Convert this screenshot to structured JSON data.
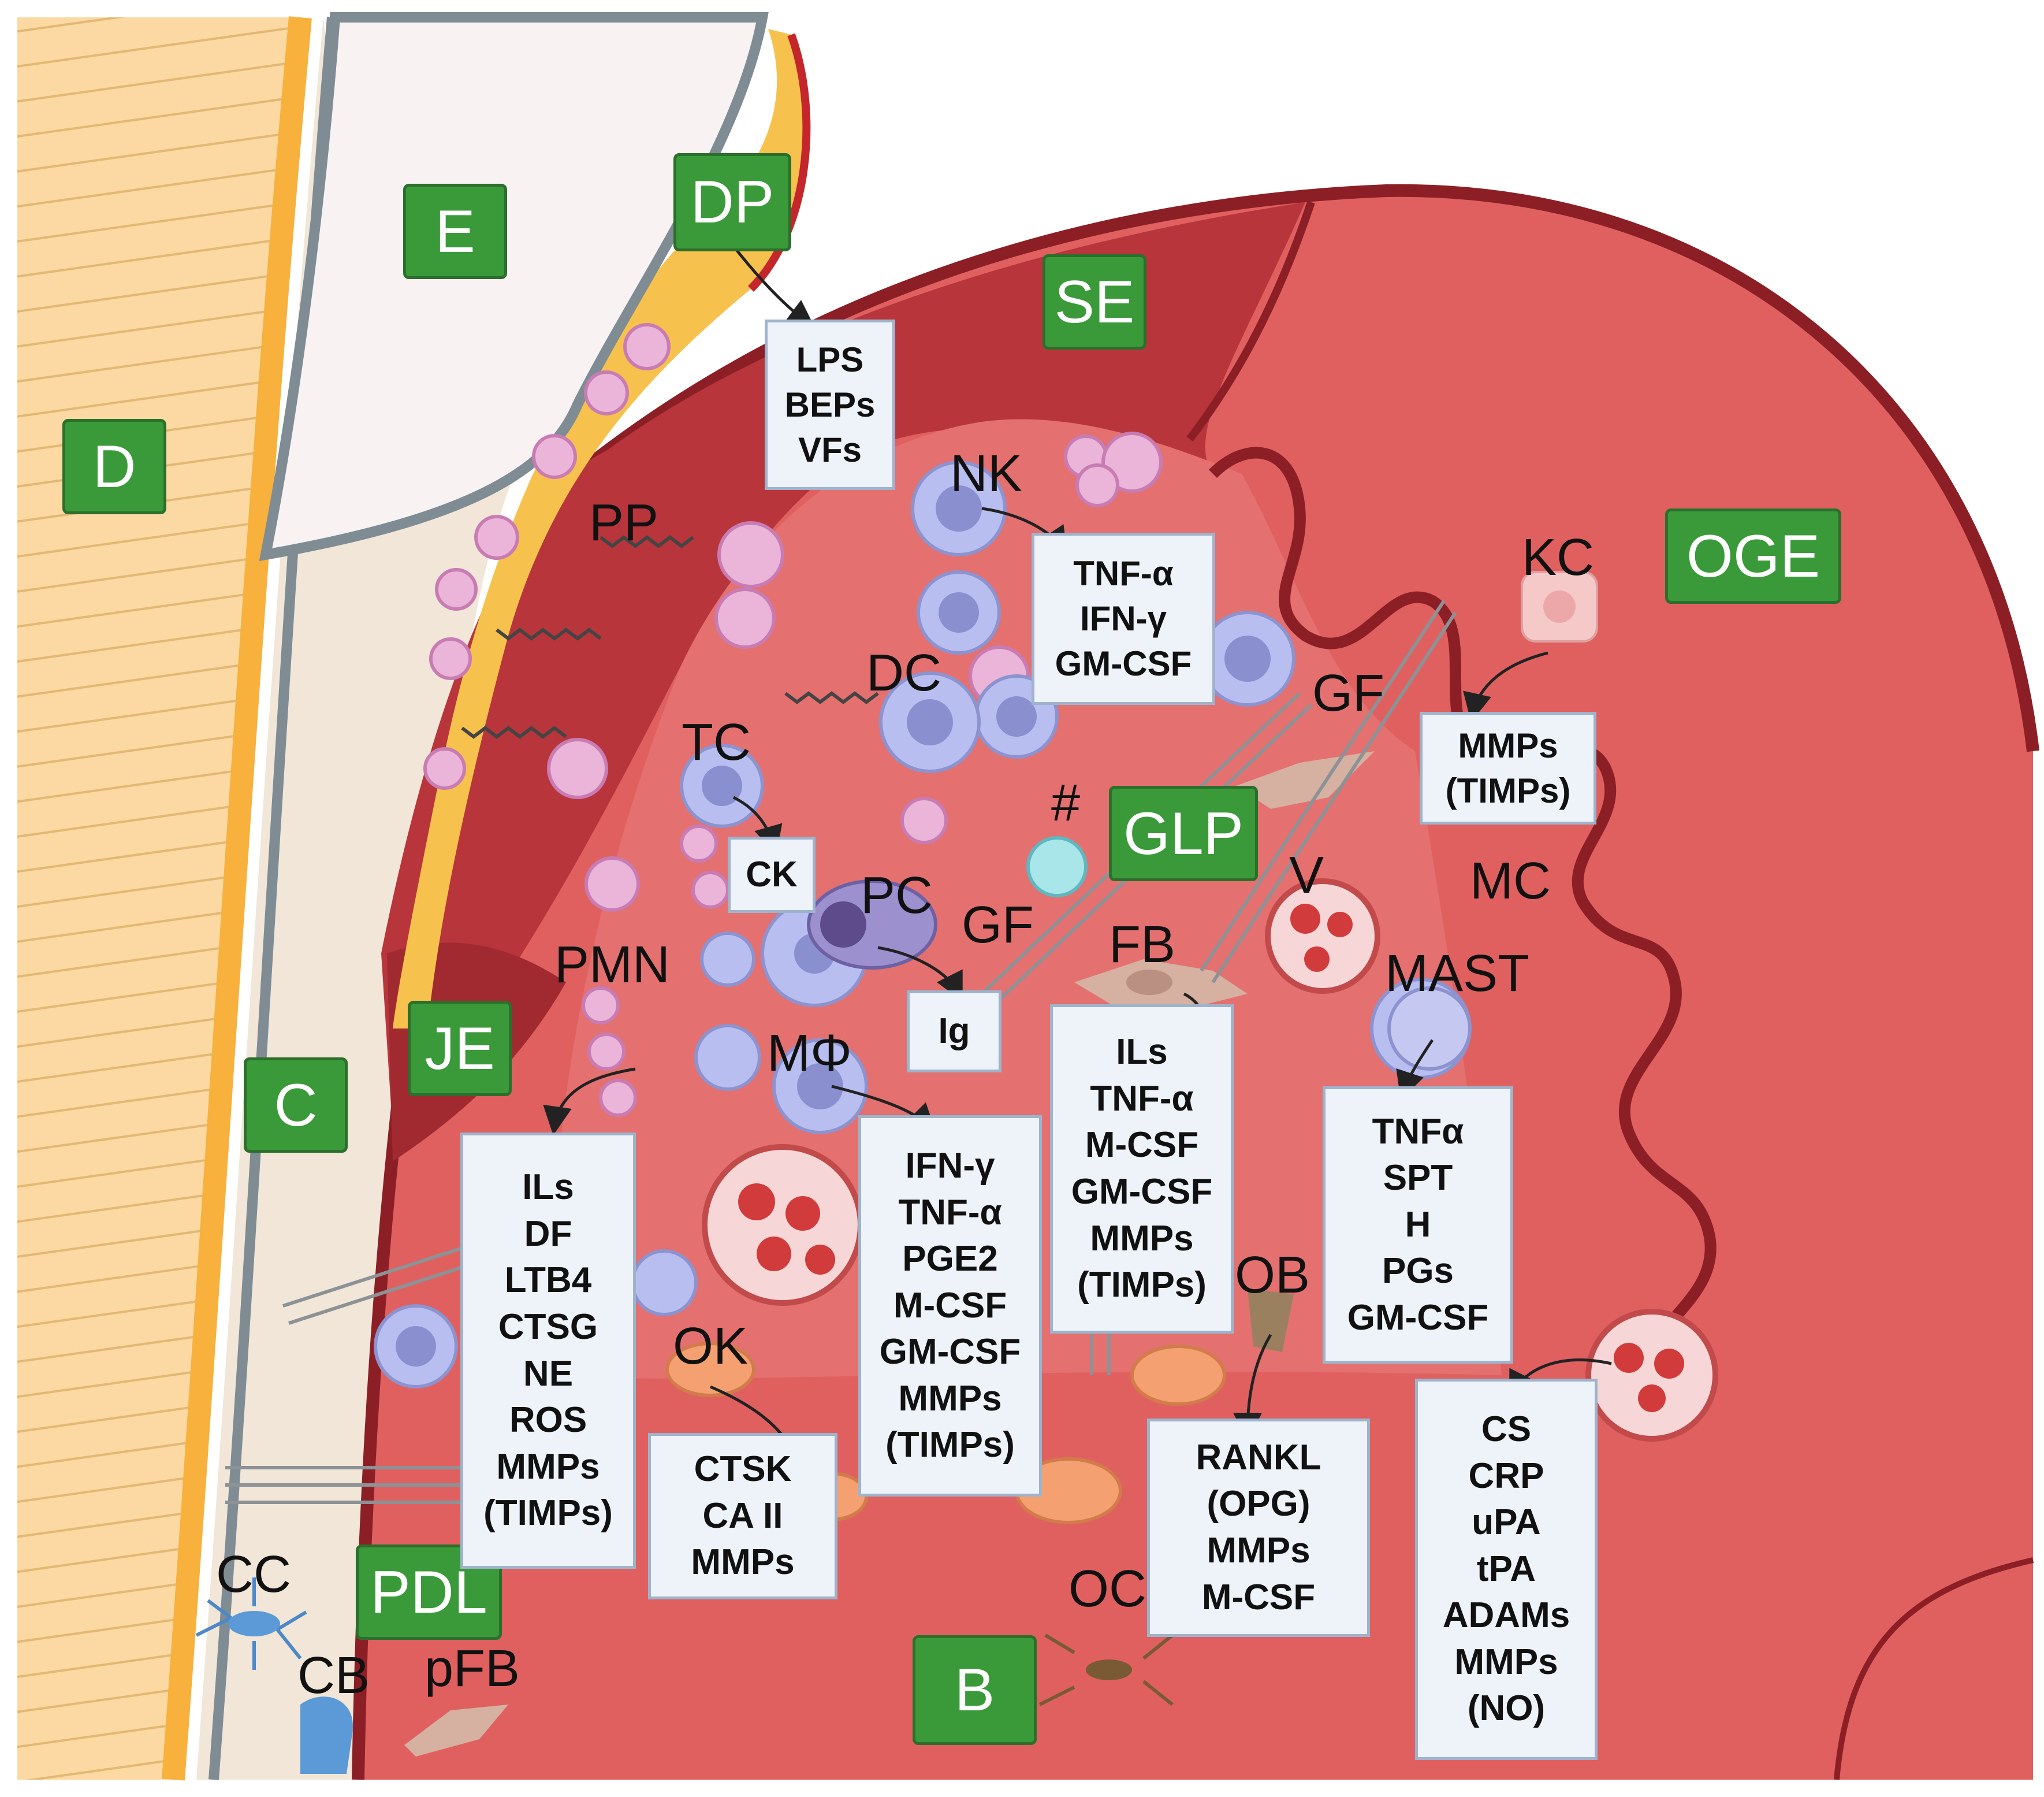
{
  "colors": {
    "dentin": "#fcd9a2",
    "enamel": "#f8f2f2",
    "cementum": "#f1e6d7",
    "gingiva": "#e06060",
    "gingiva_dark": "#b8353c",
    "gingiva_outline": "#8c1f25",
    "bone": "#e9d2a8",
    "plaque": "#f6c24d",
    "badge_green": "#3a9a3a",
    "box_fill": "#eef3fa",
    "box_border": "#9eb3cc"
  },
  "regions": {
    "D": "D",
    "E": "E",
    "DP": "DP",
    "SE": "SE",
    "OGE": "OGE",
    "GLP": "GLP",
    "JE": "JE",
    "C": "C",
    "PDL": "PDL",
    "B": "B"
  },
  "cells": {
    "PP": "PP",
    "NK": "NK",
    "KC": "KC",
    "DC": "DC",
    "GF1": "GF",
    "GF2": "GF",
    "TC": "TC",
    "hash": "#",
    "PC": "PC",
    "FB": "FB",
    "V": "V",
    "MC": "MC",
    "MAST": "MAST",
    "PMN": "PMN",
    "MPHI": "MΦ",
    "OK": "OK",
    "OB": "OB",
    "OC": "OC",
    "CC": "CC",
    "CB": "CB",
    "pFB": "pFB"
  },
  "mediators": {
    "dp": [
      "LPS",
      "BEPs",
      "VFs"
    ],
    "nk": [
      "TNF-α",
      "IFN-γ",
      "GM-CSF"
    ],
    "kc": [
      "MMPs",
      "(TIMPs)"
    ],
    "tc": [
      "CK"
    ],
    "pc": [
      "Ig"
    ],
    "fb": [
      "ILs",
      "TNF-α",
      "M-CSF",
      "GM-CSF",
      "MMPs",
      "(TIMPs)"
    ],
    "mast": [
      "TNFα",
      "SPT",
      "H",
      "PGs",
      "GM-CSF"
    ],
    "pmn": [
      "ILs",
      "DF",
      "LTB4",
      "CTSG",
      "NE",
      "ROS",
      "MMPs",
      "(TIMPs)"
    ],
    "mphi": [
      "IFN-γ",
      "TNF-α",
      "PGE2",
      "M-CSF",
      "GM-CSF",
      "MMPs",
      "(TIMPs)"
    ],
    "ok": [
      "CTSK",
      "CA II",
      "MMPs"
    ],
    "ob": [
      "RANKL",
      "(OPG)",
      "MMPs",
      "M-CSF"
    ],
    "v": [
      "CS",
      "CRP",
      "uPA",
      "tPA",
      "ADAMs",
      "MMPs",
      "(NO)"
    ]
  }
}
